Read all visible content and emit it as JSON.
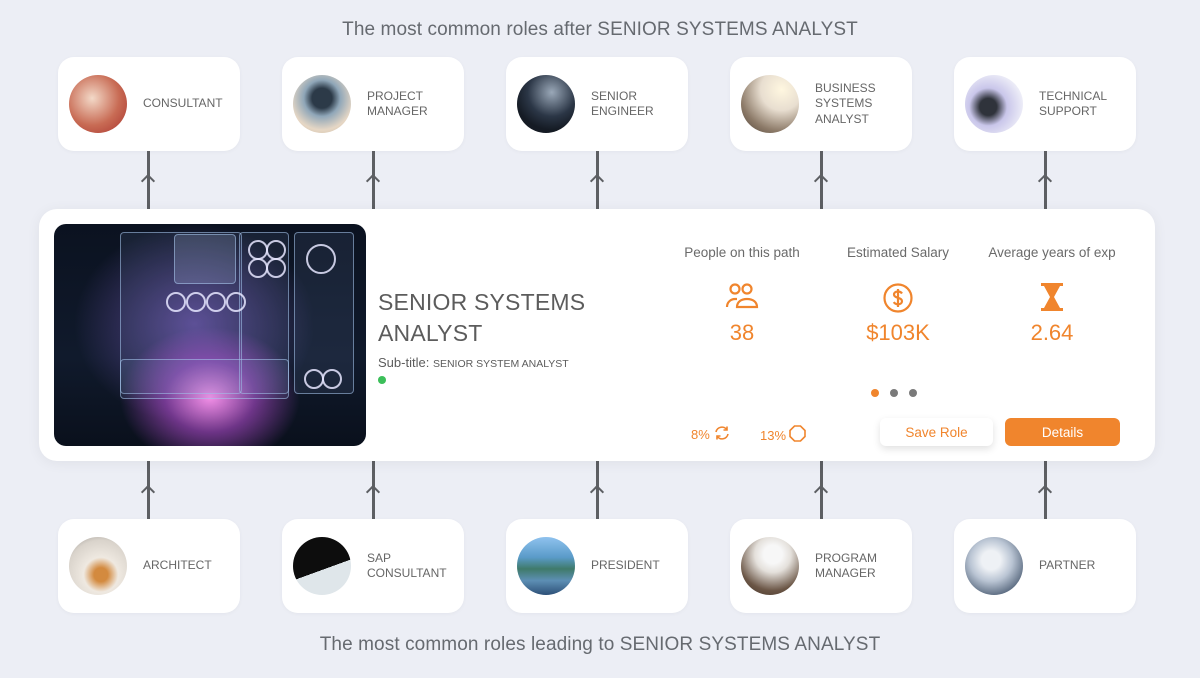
{
  "headings": {
    "after": "The most common roles after SENIOR SYSTEMS ANALYST",
    "leading": "The most common roles leading to SENIOR SYSTEMS ANALYST"
  },
  "next_roles": [
    {
      "label": "CONSULTANT",
      "avatar_colors": [
        "#e9c7b6",
        "#b84a3e"
      ]
    },
    {
      "label": "PROJECT MANAGER",
      "avatar_colors": [
        "#7d9cb1",
        "#d9c2a8"
      ]
    },
    {
      "label": "SENIOR ENGINEER",
      "avatar_colors": [
        "#2b3646",
        "#d4b33a"
      ]
    },
    {
      "label": "BUSINESS SYSTEMS ANALYST",
      "avatar_colors": [
        "#f2eee6",
        "#6b5c4d"
      ]
    },
    {
      "label": "TECHNICAL SUPPORT",
      "avatar_colors": [
        "#c9c6ea",
        "#3b3f4a"
      ]
    }
  ],
  "previous_roles": [
    {
      "label": "ARCHITECT",
      "avatar_colors": [
        "#ece7e0",
        "#c27a3b"
      ]
    },
    {
      "label": "SAP CONSULTANT",
      "avatar_colors": [
        "#0d0d0d",
        "#dfe6ea"
      ]
    },
    {
      "label": "PRESIDENT",
      "avatar_colors": [
        "#6aa4d6",
        "#2e5a3c"
      ]
    },
    {
      "label": "PROGRAM MANAGER",
      "avatar_colors": [
        "#e6e3df",
        "#4b3d33"
      ]
    },
    {
      "label": "PARTNER",
      "avatar_colors": [
        "#d3dbe6",
        "#5a6b80"
      ]
    }
  ],
  "role": {
    "title": "SENIOR SYSTEMS ANALYST",
    "subtitle_label": "Sub-title:",
    "subtitle_value": "SENIOR SYSTEM ANALYST",
    "status_color": "#3cbf5a"
  },
  "stats": [
    {
      "label": "People on this path",
      "icon": "people-icon",
      "value": "38"
    },
    {
      "label": "Estimated Salary",
      "icon": "dollar-coin-icon",
      "value": "$103K"
    },
    {
      "label": "Average years of exp",
      "icon": "hourglass-icon",
      "value": "2.64"
    }
  ],
  "carousel": {
    "count": 3,
    "active_index": 0
  },
  "metrics": [
    {
      "value": "8%",
      "icon": "refresh-icon"
    },
    {
      "value": "13%",
      "icon": "octagon-icon"
    }
  ],
  "actions": {
    "save_label": "Save Role",
    "details_label": "Details"
  },
  "colors": {
    "accent": "#f0852d",
    "background": "#eceef5",
    "card": "#ffffff",
    "connector": "#5d5f63",
    "status": "#3cbf5a"
  }
}
